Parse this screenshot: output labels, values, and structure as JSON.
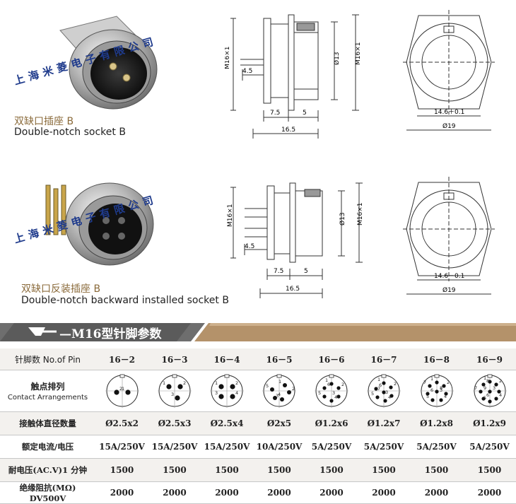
{
  "watermark": "上海米菱电子有限公司",
  "products": [
    {
      "caption_cn": "双缺口插座 B",
      "caption_en": "Double-notch socket B",
      "dims": {
        "m16": "M16×1",
        "d13": "Ø13",
        "dim_4_5": "4.5",
        "dim_7_5": "7.5",
        "dim_5": "5",
        "dim_16_5": "16.5",
        "dim_14_6": "14.6＋0.1",
        "dim_19": "Ø19"
      }
    },
    {
      "caption_cn": "双缺口反装插座 B",
      "caption_en": "Double-notch backward installed socket B",
      "dims": {
        "m16": "M16×1",
        "d13": "Ø13",
        "dim_4_5": "4.5",
        "dim_7_5": "7.5",
        "dim_5": "5",
        "dim_16_5": "16.5",
        "dim_14_6": "14.6－0.1",
        "dim_19": "Ø19"
      }
    }
  ],
  "banner": {
    "title": "—M16型针脚参数"
  },
  "colors": {
    "banner_dark": "#6e6e6e",
    "banner_gold": "#b4926a",
    "row_alt": "#f3f1ee",
    "watermark": "#1f3b8c"
  },
  "table": {
    "row_labels": {
      "pins": "针脚数 No.of Pin",
      "contact_cn": "触点排列",
      "contact_en": "Contact Arrangements",
      "diameter": "接触体直径数量",
      "current": "额定电流/电压",
      "voltage": "耐电压(AC.V)1 分钟",
      "insulation": "绝缘阻抗(MΩ) DV500V"
    },
    "columns": [
      {
        "pin": "16－2",
        "diameter": "Ø2.5x2",
        "current": "15A/250V",
        "voltage": "1500",
        "insulation": "2000",
        "contacts": [
          "1",
          "2"
        ]
      },
      {
        "pin": "16－3",
        "diameter": "Ø2.5x3",
        "current": "15A/250V",
        "voltage": "1500",
        "insulation": "2000",
        "contacts": [
          "1",
          "2",
          "3"
        ]
      },
      {
        "pin": "16－4",
        "diameter": "Ø2.5x4",
        "current": "15A/250V",
        "voltage": "1500",
        "insulation": "2000",
        "contacts": [
          "1",
          "2",
          "3",
          "4"
        ]
      },
      {
        "pin": "16－5",
        "diameter": "Ø2x5",
        "current": "10A/250V",
        "voltage": "1500",
        "insulation": "2000",
        "contacts": [
          "1",
          "2",
          "3",
          "4",
          "5"
        ]
      },
      {
        "pin": "16－6",
        "diameter": "Ø1.2x6",
        "current": "5A/250V",
        "voltage": "1500",
        "insulation": "2000",
        "contacts": [
          "1",
          "2",
          "3",
          "4",
          "5",
          "6"
        ]
      },
      {
        "pin": "16－7",
        "diameter": "Ø1.2x7",
        "current": "5A/250V",
        "voltage": "1500",
        "insulation": "2000",
        "contacts": [
          "1",
          "2",
          "3",
          "4",
          "5",
          "6",
          "7"
        ]
      },
      {
        "pin": "16－8",
        "diameter": "Ø1.2x8",
        "current": "5A/250V",
        "voltage": "1500",
        "insulation": "2000",
        "contacts": [
          "1",
          "2",
          "3",
          "4",
          "5",
          "6",
          "7",
          "8"
        ]
      },
      {
        "pin": "16－9",
        "diameter": "Ø1.2x9",
        "current": "5A/250V",
        "voltage": "1500",
        "insulation": "2000",
        "contacts": [
          "1",
          "2",
          "3",
          "4",
          "5",
          "6",
          "7",
          "8",
          "9"
        ]
      }
    ]
  }
}
